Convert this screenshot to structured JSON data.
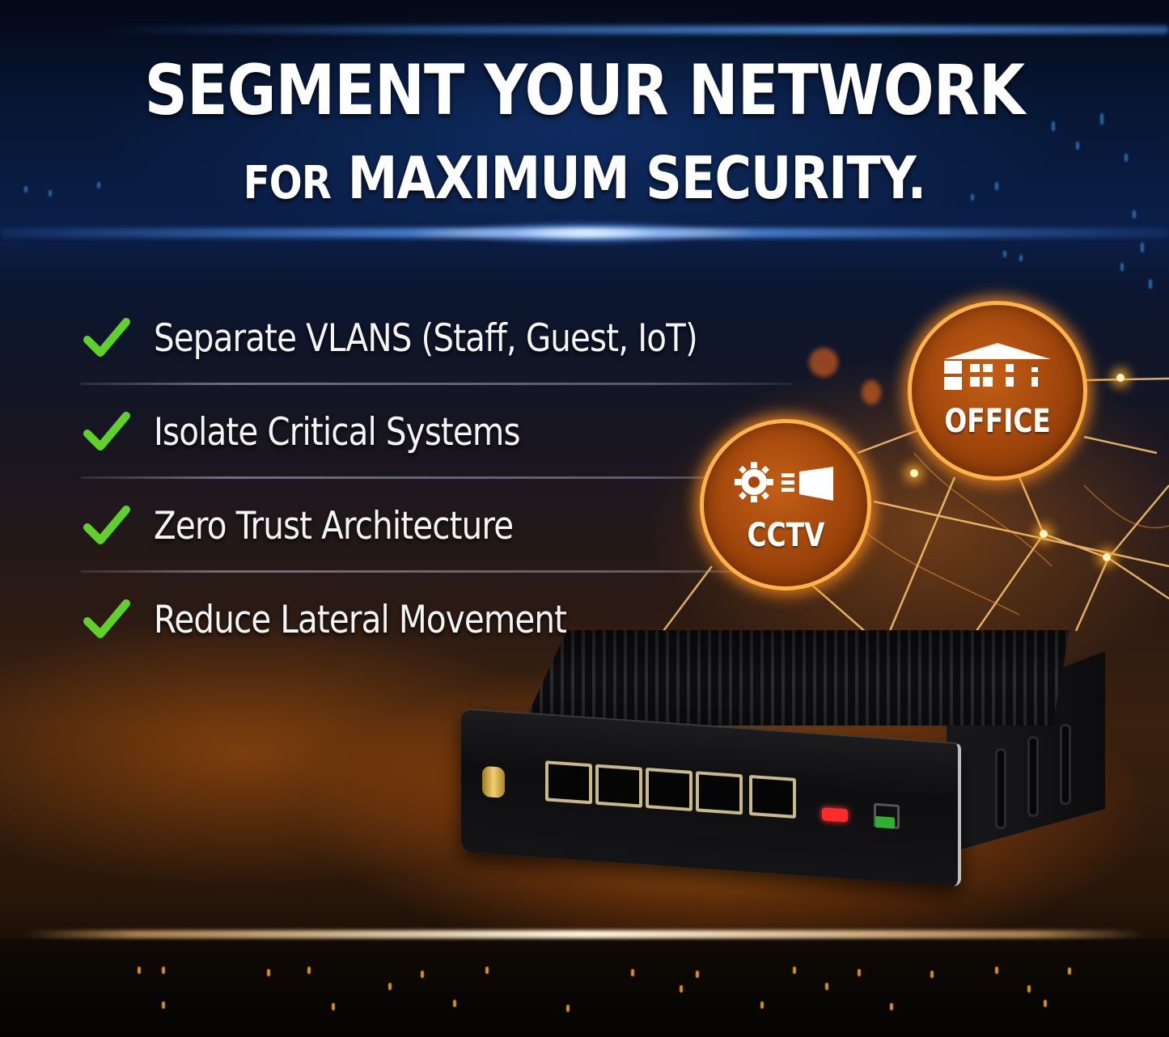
{
  "headline": {
    "line1": "SEGMENT YOUR NETWORK",
    "line2_prefix": "FOR",
    "line2_main": "MAXIMUM SECURITY."
  },
  "checklist": {
    "icon": "green-checkmark-icon",
    "check_color": "#5fd12a",
    "items": [
      {
        "label": "Separate VLANS (Staff, Guest, IoT)"
      },
      {
        "label": "Isolate Critical Systems"
      },
      {
        "label": "Zero Trust Architecture"
      },
      {
        "label": "Reduce Lateral Movement"
      }
    ]
  },
  "network_nodes": [
    {
      "id": "office",
      "label": "OFFICE",
      "icon": "building-icon"
    },
    {
      "id": "cctv",
      "label": "CCTV",
      "icon": "cctv-camera-icon"
    }
  ],
  "device": {
    "name": "fanless-firewall-appliance",
    "ethernet_ports": 5,
    "port_color": "#c9b88a",
    "led_colors": [
      "#ff2a2a",
      "#2fb02f"
    ]
  },
  "colors": {
    "background_top": "#071634",
    "accent_blue": "#5aa0ff",
    "accent_orange": "#ff9a2a",
    "node_fill": "#a8480c",
    "node_border": "#ffb14a",
    "text": "#ffffff"
  }
}
